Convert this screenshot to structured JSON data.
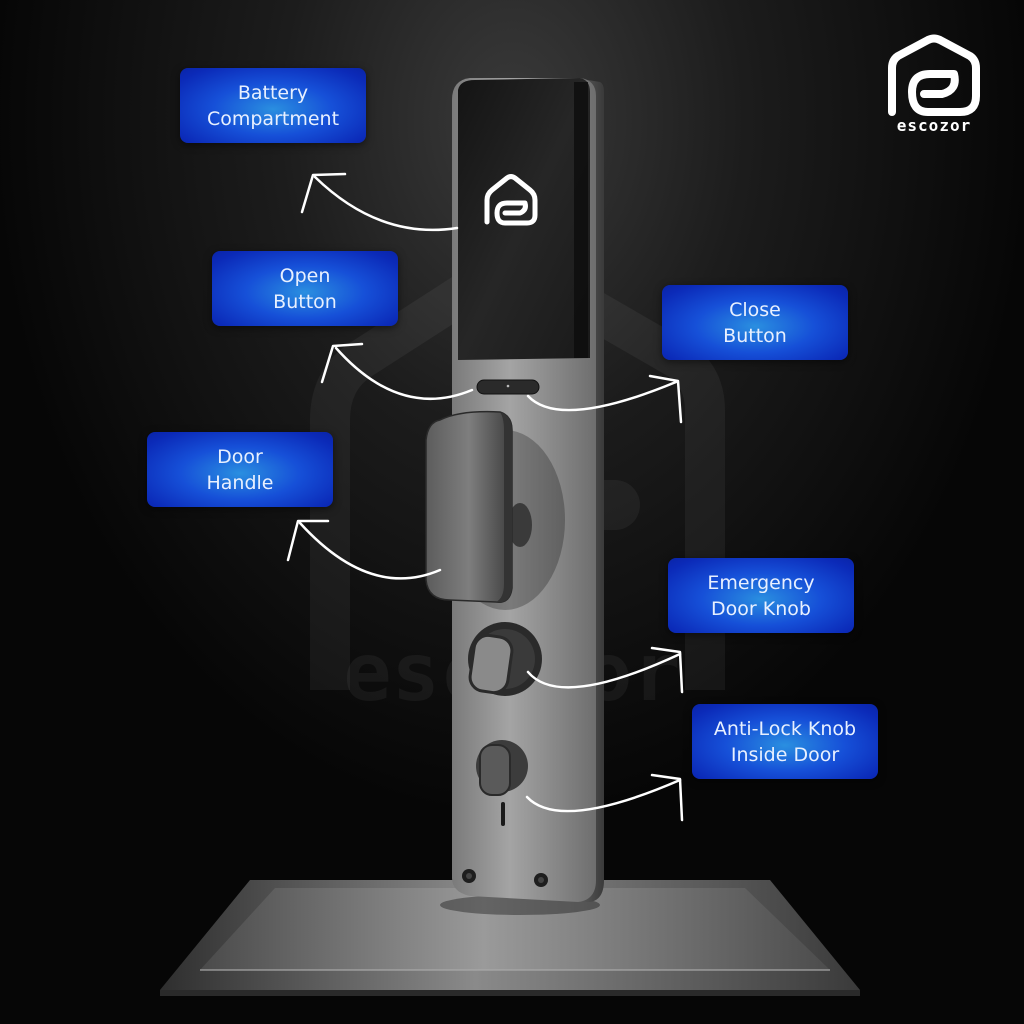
{
  "brand": {
    "name": "escozor",
    "logo_icon": "house-e-logo-icon"
  },
  "labels": [
    {
      "id": "battery-compartment",
      "lines": [
        "Battery",
        "Compartment"
      ]
    },
    {
      "id": "open-button",
      "lines": [
        "Open",
        "Button"
      ]
    },
    {
      "id": "close-button",
      "lines": [
        "Close",
        "Button"
      ]
    },
    {
      "id": "door-handle",
      "lines": [
        "Door",
        "Handle"
      ]
    },
    {
      "id": "emergency-door-knob",
      "lines": [
        "Emergency",
        "Door Knob"
      ]
    },
    {
      "id": "anti-lock-knob",
      "lines": [
        "Anti-Lock Knob",
        "Inside Door"
      ]
    }
  ],
  "colors": {
    "label_blue": "#1650d8",
    "label_highlight": "#2a8fe0",
    "background": "#0a0a0a",
    "lock_body": "#8a8a8a",
    "panel_black": "#1e1e1e",
    "arrow": "#ffffff"
  }
}
